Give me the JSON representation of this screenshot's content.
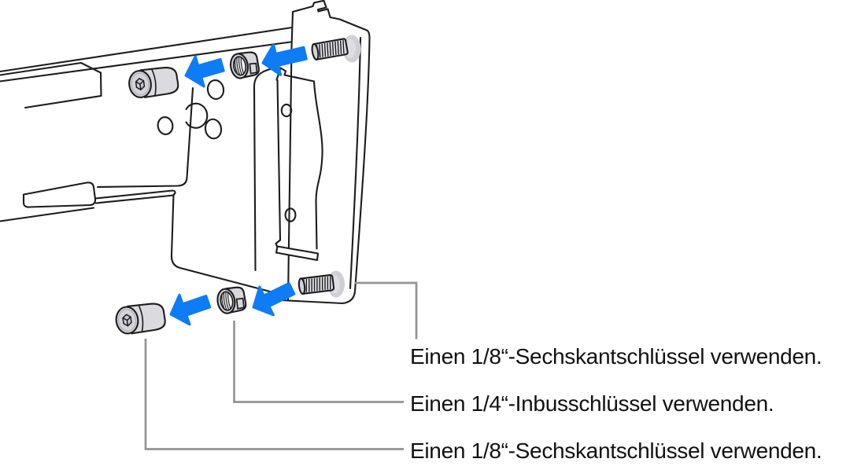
{
  "figure": {
    "type": "technical-illustration",
    "subject": "rack-mount-rail-fastener-assembly",
    "language": "de",
    "colors": {
      "arrow_blue": "#0E7CF5",
      "callout_gray": "#949494",
      "outline": "#1C1C1E",
      "metal_light": "#DBDBDF",
      "metal_mid": "#D2D2D7",
      "background": "#FFFFFF",
      "label_text": "#111111"
    },
    "parts": [
      {
        "name": "slide-rail-outer"
      },
      {
        "name": "slide-rail-inner"
      },
      {
        "name": "mounting-bracket-flange"
      },
      {
        "name": "hex-cap-screw-top"
      },
      {
        "name": "standoff-nut-top"
      },
      {
        "name": "threaded-stud-top"
      },
      {
        "name": "hex-cap-screw-bottom"
      },
      {
        "name": "standoff-nut-bottom"
      },
      {
        "name": "threaded-stud-bottom"
      },
      {
        "name": "assembly-direction-arrows-left"
      }
    ],
    "callouts": [
      {
        "text": "Einen 1/8“-Sechskantschlüssel verwenden.",
        "points_to": "threaded-stud-bottom"
      },
      {
        "text": "Einen 1/4“-Inbusschlüssel verwenden.",
        "points_to": "standoff-nut-bottom"
      },
      {
        "text": "Einen 1/8“-Sechskantschlüssel verwenden.",
        "points_to": "hex-cap-screw-bottom"
      }
    ]
  }
}
